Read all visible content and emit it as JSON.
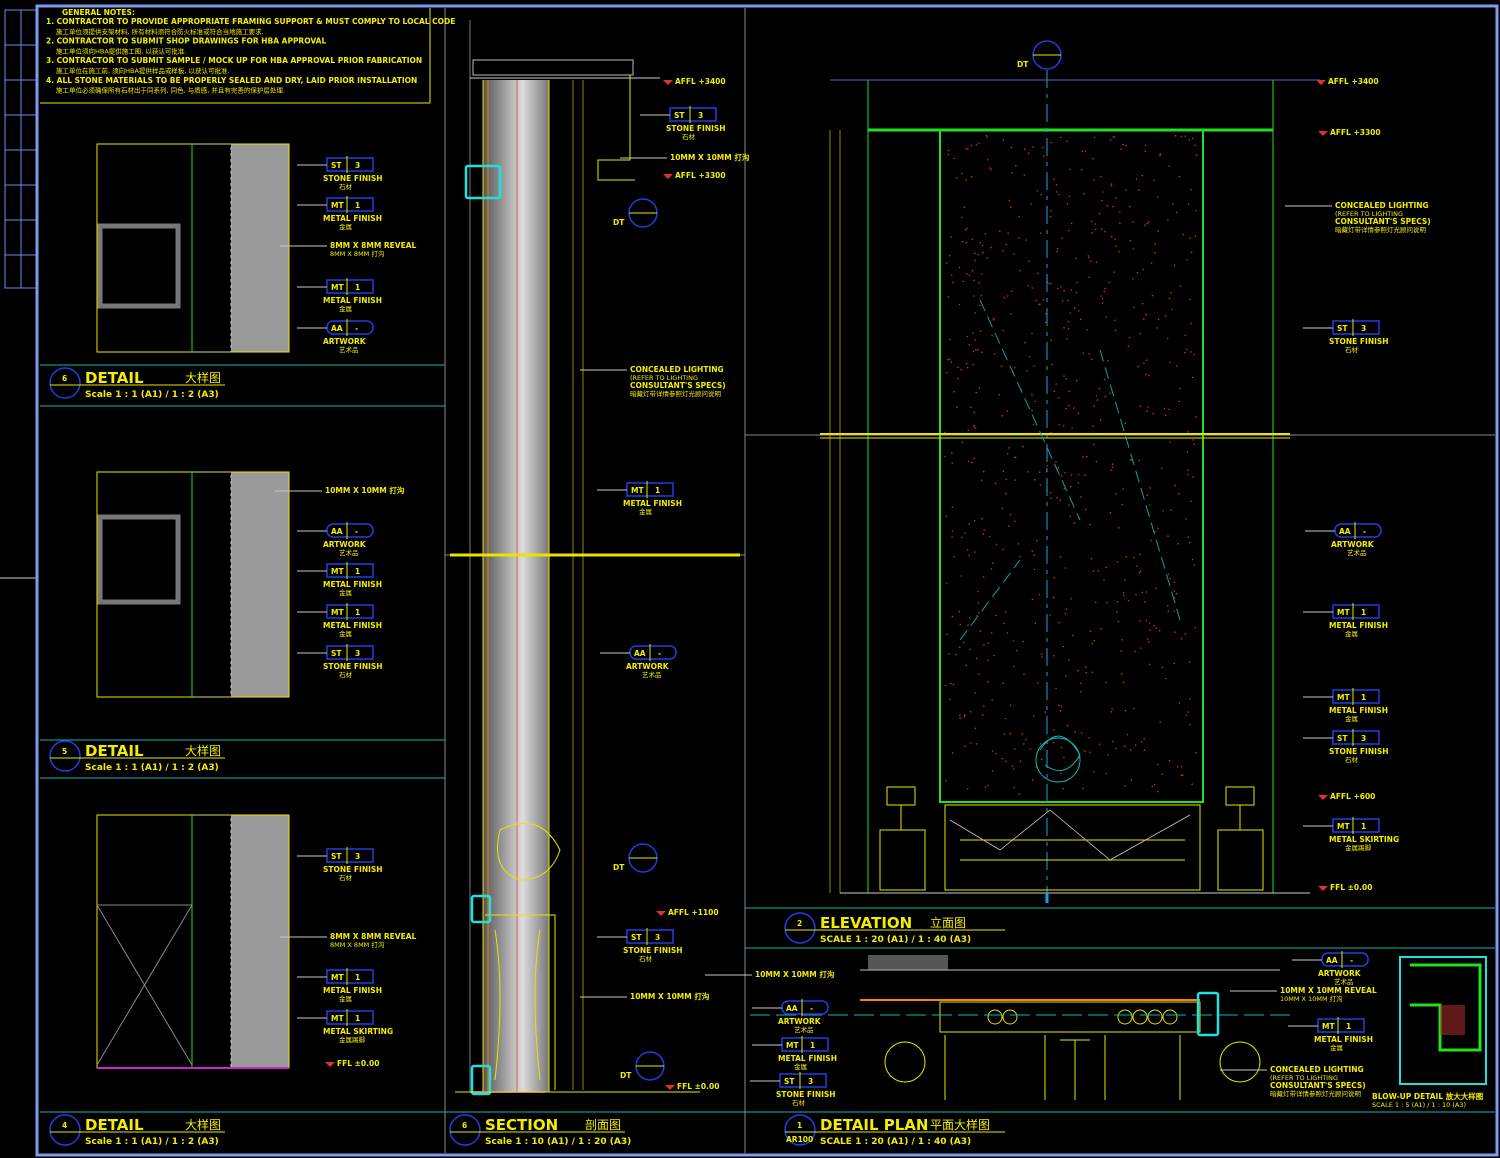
{
  "general_notes": {
    "heading": "GENERAL NOTES:",
    "lines": [
      "1.  CONTRACTOR TO PROVIDE APPROPRIATE FRAMING SUPPORT & MUST COMPLY TO LOCAL CODE",
      "施工单位须提供支架材料, 所有材料须符合防火标准或符合当地施工要求.",
      "2.  CONTRACTOR TO SUBMIT SHOP DRAWINGS FOR HBA APPROVAL",
      "施工单位须向HBA提供施工图, 以获认可批准.",
      "3.  CONTRACTOR TO SUBMIT SAMPLE / MOCK UP FOR HBA APPROVAL PRIOR FABRICATION",
      "施工单位在施工前, 须向HBA提供样品或样板, 以获认可批准.",
      "4.  ALL STONE MATERIALS TO BE PROPERLY SEALED AND DRY, LAID PRIOR INSTALLATION",
      "施工单位必须确保所有石材出于同系列, 同色, 与质感, 并且有完善的保护层处理."
    ]
  },
  "titles": [
    {
      "num": "6",
      "title": "DETAIL",
      "cn": "大样图",
      "scale": "Scale 1 : 1 (A1) / 1 : 2 (A3)"
    },
    {
      "num": "5",
      "title": "DETAIL",
      "cn": "大样图",
      "scale": "Scale 1 : 1 (A1) / 1 : 2 (A3)"
    },
    {
      "num": "4",
      "title": "DETAIL",
      "cn": "大样图",
      "scale": "Scale 1 : 1 (A1) / 1 : 2 (A3)"
    },
    {
      "num": "6",
      "title": "SECTION",
      "cn": "剖面图",
      "scale": "Scale 1 : 10 (A1) / 1 : 20 (A3)"
    },
    {
      "num": "2",
      "title": "ELEVATION",
      "cn": "立面图",
      "scale": "SCALE 1 : 20 (A1) / 1 : 40 (A3)"
    },
    {
      "num": "1",
      "sub": "AR100",
      "title": "DETAIL PLAN",
      "cn": "平面大样图",
      "scale": "SCALE 1 : 20 (A1) / 1 : 40 (A3)"
    }
  ],
  "blowup": {
    "title": "BLOW-UP DETAIL  放大大样图",
    "scale": "SCALE 1 : 5 (A1) / 1 : 10 (A3)"
  },
  "tags": [
    {
      "code": "ST",
      "num": "3",
      "label": "STONE FINISH",
      "cn": "石材"
    },
    {
      "code": "MT",
      "num": "1",
      "label": "METAL FINISH",
      "cn": "金属"
    },
    {
      "code": "MT",
      "num": "1",
      "label": "METAL FINISH",
      "cn": "金属"
    },
    {
      "code": "AA",
      "num": "-",
      "label": "ARTWORK",
      "cn": "艺术品"
    },
    {
      "code": "AA",
      "num": "-",
      "label": "ARTWORK",
      "cn": "艺术品"
    },
    {
      "code": "MT",
      "num": "1",
      "label": "METAL FINISH",
      "cn": "金属"
    },
    {
      "code": "MT",
      "num": "1",
      "label": "METAL FINISH",
      "cn": "金属"
    },
    {
      "code": "ST",
      "num": "3",
      "label": "STONE FINISH",
      "cn": "石材"
    },
    {
      "code": "ST",
      "num": "3",
      "label": "STONE FINISH",
      "cn": "石材"
    },
    {
      "code": "MT",
      "num": "1",
      "label": "METAL FINISH",
      "cn": "金属"
    },
    {
      "code": "MT",
      "num": "1",
      "label": "METAL SKIRTING",
      "cn": "金属踢脚"
    },
    {
      "code": "ST",
      "num": "3",
      "label": "STONE FINISH",
      "cn": "石材"
    },
    {
      "code": "MT",
      "num": "1",
      "label": "METAL FINISH",
      "cn": "金属"
    },
    {
      "code": "AA",
      "num": "-",
      "label": "ARTWORK",
      "cn": "艺术品"
    },
    {
      "code": "ST",
      "num": "3",
      "label": "STONE FINISH",
      "cn": "石材"
    },
    {
      "code": "ST",
      "num": "3",
      "label": "STONE FINISH",
      "cn": "石材"
    },
    {
      "code": "AA",
      "num": "-",
      "label": "ARTWORK",
      "cn": "艺术品"
    },
    {
      "code": "MT",
      "num": "1",
      "label": "METAL FINISH",
      "cn": "金属"
    },
    {
      "code": "MT",
      "num": "1",
      "label": "METAL FINISH",
      "cn": "金属"
    },
    {
      "code": "ST",
      "num": "3",
      "label": "STONE FINISH",
      "cn": "石材"
    },
    {
      "code": "MT",
      "num": "1",
      "label": "METAL SKIRTING",
      "cn": "金属踢脚"
    },
    {
      "code": "AA",
      "num": "-",
      "label": "ARTWORK",
      "cn": "艺术品"
    },
    {
      "code": "AA",
      "num": "-",
      "label": "ARTWORK",
      "cn": "艺术品"
    },
    {
      "code": "MT",
      "num": "1",
      "label": "METAL FINISH",
      "cn": "金属"
    },
    {
      "code": "MT",
      "num": "1",
      "label": "METAL FINISH",
      "cn": "金属"
    },
    {
      "code": "ST",
      "num": "3",
      "label": "STONE FINISH",
      "cn": "石材"
    }
  ],
  "notes": [
    {
      "en": "8MM X 8MM REVEAL",
      "cn": "8MM X 8MM 打沟"
    },
    {
      "en": "10MM X 10MM 打沟",
      "cn": ""
    },
    {
      "en": "8MM X 8MM REVEAL",
      "cn": "8MM X 8MM 打沟"
    },
    {
      "en": "10MM X 10MM 打沟",
      "cn": ""
    },
    {
      "en": "10MM X 10MM 打沟",
      "cn": ""
    },
    {
      "en": "CONCEALED LIGHTING",
      "cn": "(REFER TO LIGHTING"
    },
    {
      "en": "CONCEALED LIGHTING",
      "cn": "(REFER TO LIGHTING"
    },
    {
      "en": "10MM X 10MM 打沟",
      "cn": ""
    },
    {
      "en": "10MM X 10MM REVEAL",
      "cn": "10MM X 10MM 打沟"
    },
    {
      "en": "CONCEALED LIGHTING",
      "cn": "(REFER TO LIGHTING"
    }
  ],
  "lighting_note_extra": [
    "CONSULTANT'S SPECS)",
    "暗藏灯带详情参照灯光顾问说明"
  ],
  "levels": [
    {
      "label": "FFL ±0.00"
    },
    {
      "label": "AFFL +3400"
    },
    {
      "label": "AFFL +3300"
    },
    {
      "label": "AFFL +1100"
    },
    {
      "label": "FFL ±0.00"
    },
    {
      "label": "AFFL +3400"
    },
    {
      "label": "AFFL +3300"
    },
    {
      "label": "AFFL +600"
    },
    {
      "label": "FFL ±0.00"
    }
  ],
  "dt_label": "DT"
}
